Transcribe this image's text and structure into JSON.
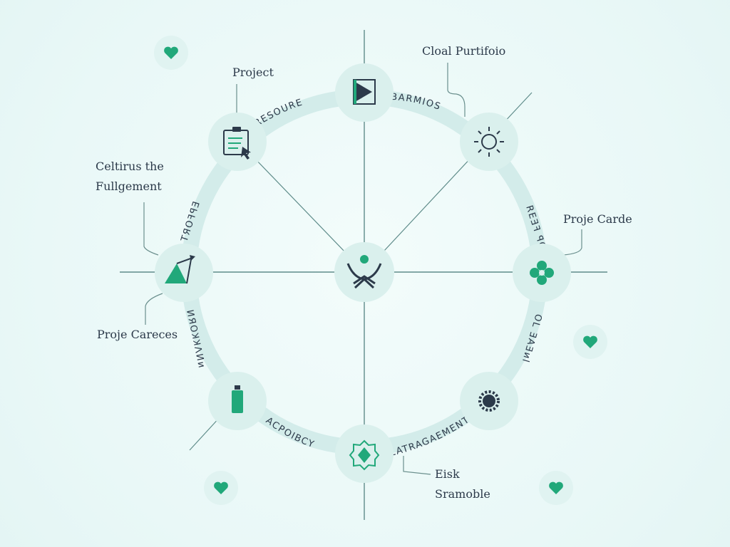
{
  "colors": {
    "ring": "#d6eeec",
    "node": "#daf0ed",
    "line": "#5f8c8a",
    "ink": "#2c3a4a",
    "accent": "#21a87a",
    "leader": "#6a8f8d"
  },
  "ring_labels": [
    {
      "text": "RESOURE"
    },
    {
      "text": "BARMIOS"
    },
    {
      "text": "REƎꟻ ꟼOꟻƎ"
    },
    {
      "text": "OL ƎAƎᴎl"
    },
    {
      "text": "LATRAGAEMENT"
    },
    {
      "text": "ACPOIBCY"
    },
    {
      "text": "ИЯOꞰꞰɅИᴎ"
    },
    {
      "text": "ТЯOꟻꟼƎ"
    }
  ],
  "callouts": [
    {
      "lines": [
        "Project"
      ]
    },
    {
      "lines": [
        "Cloal Purtifoio"
      ]
    },
    {
      "lines": [
        "Celtirus the",
        "Fullgement"
      ]
    },
    {
      "lines": [
        "Proje Carde"
      ]
    },
    {
      "lines": [
        "Proje Careces"
      ]
    },
    {
      "lines": [
        "Eisk",
        "Sramoble"
      ]
    }
  ],
  "nodes": [
    {
      "icon": "play-square-icon"
    },
    {
      "icon": "sun-icon"
    },
    {
      "icon": "clover-icon"
    },
    {
      "icon": "gear-icon"
    },
    {
      "icon": "badge-icon"
    },
    {
      "icon": "cylinder-icon"
    },
    {
      "icon": "mountain-chart-icon"
    },
    {
      "icon": "clipboard-icon"
    }
  ],
  "center": {
    "icon": "person-hands-icon"
  },
  "decor": [
    {
      "icon": "heart-icon"
    },
    {
      "icon": "heart-icon"
    },
    {
      "icon": "heart-icon"
    },
    {
      "icon": "heart-icon"
    }
  ]
}
